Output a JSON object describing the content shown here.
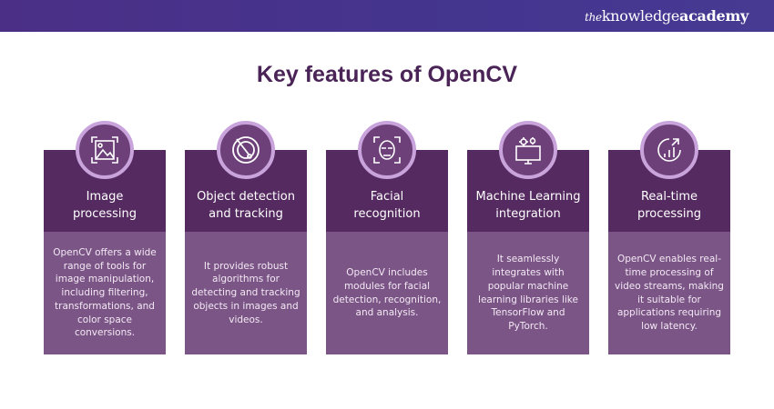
{
  "brand": {
    "prefix": "the",
    "name": "knowledge",
    "suffix": "academy"
  },
  "title": "Key features of OpenCV",
  "cards": [
    {
      "icon": "image-processing-icon",
      "title_line1": "Image",
      "title_line2": "processing",
      "description": "OpenCV offers a wide range of tools for image manipulation, including filtering, transformations, and color space conversions."
    },
    {
      "icon": "radar-icon",
      "title_line1": "Object detection",
      "title_line2": "and tracking",
      "description": "It provides robust algorithms for detecting and tracking objects in images and videos."
    },
    {
      "icon": "face-scan-icon",
      "title_line1": "Facial",
      "title_line2": "recognition",
      "description": "OpenCV includes modules for facial detection, recognition, and analysis."
    },
    {
      "icon": "gears-monitor-icon",
      "title_line1": "Machine Learning",
      "title_line2": "integration",
      "description": "It seamlessly integrates with popular machine learning libraries like TensorFlow and PyTorch."
    },
    {
      "icon": "realtime-chart-icon",
      "title_line1": "Real-time",
      "title_line2": "processing",
      "description": "OpenCV enables real-time processing of video streams, making it suitable for applications requiring low latency."
    }
  ]
}
